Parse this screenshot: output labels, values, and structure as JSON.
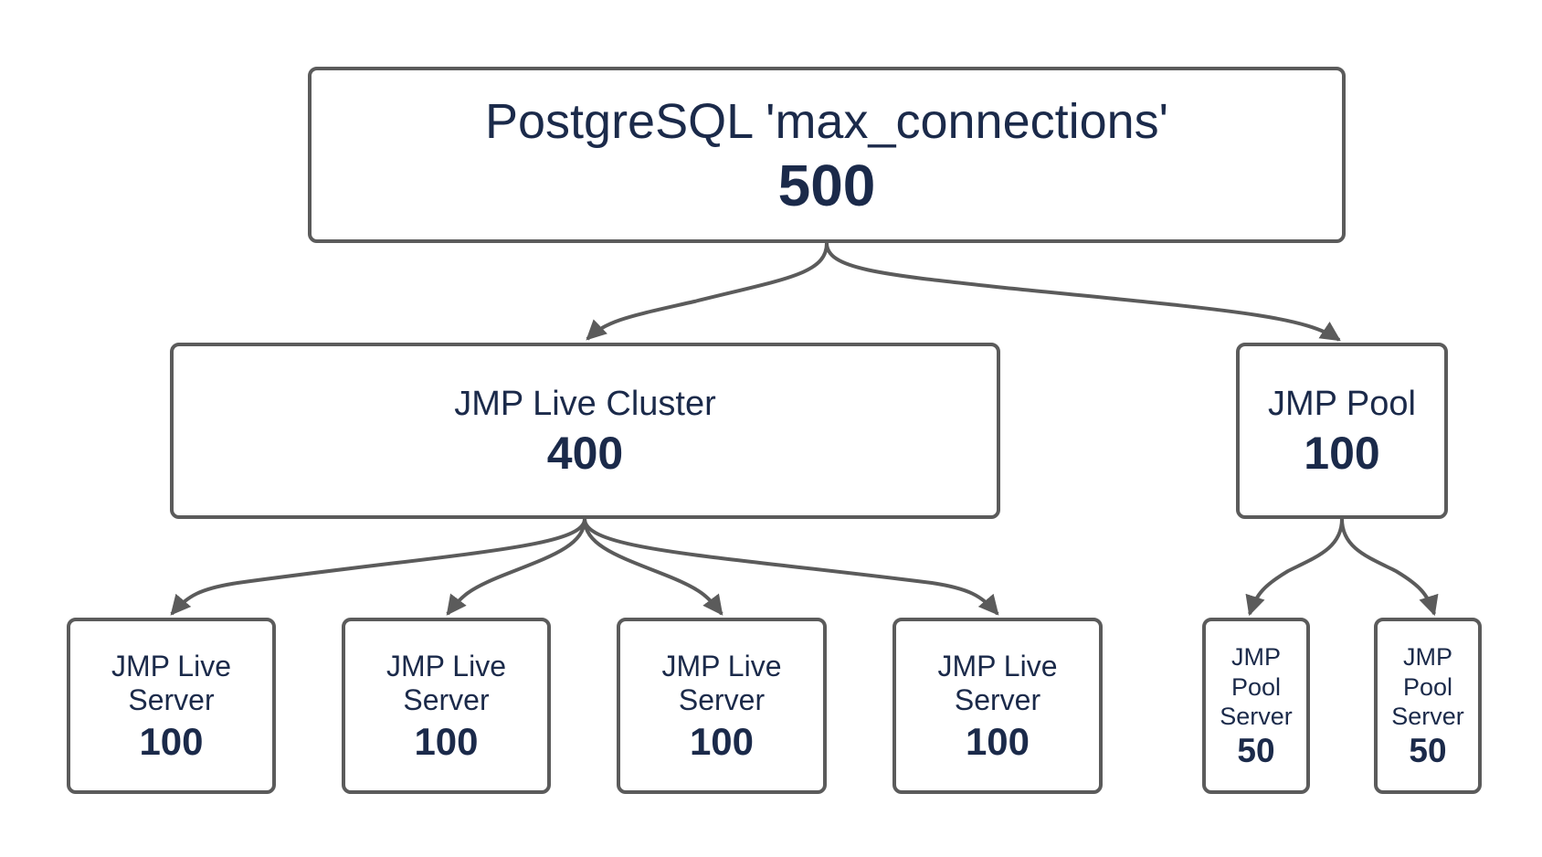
{
  "nodes": {
    "root": {
      "label": "PostgreSQL 'max_connections'",
      "value": "500"
    },
    "cluster": {
      "label": "JMP Live Cluster",
      "value": "400"
    },
    "pool": {
      "label": "JMP Pool",
      "value": "100"
    },
    "live_servers": [
      {
        "label": "JMP Live\nServer",
        "value": "100"
      },
      {
        "label": "JMP Live\nServer",
        "value": "100"
      },
      {
        "label": "JMP Live\nServer",
        "value": "100"
      },
      {
        "label": "JMP Live\nServer",
        "value": "100"
      }
    ],
    "pool_servers": [
      {
        "label": "JMP\nPool\nServer",
        "value": "50"
      },
      {
        "label": "JMP\nPool\nServer",
        "value": "50"
      }
    ]
  },
  "colors": {
    "text": "#1b2a4a",
    "border": "#5b5b5b",
    "arrow": "#5b5b5b"
  }
}
